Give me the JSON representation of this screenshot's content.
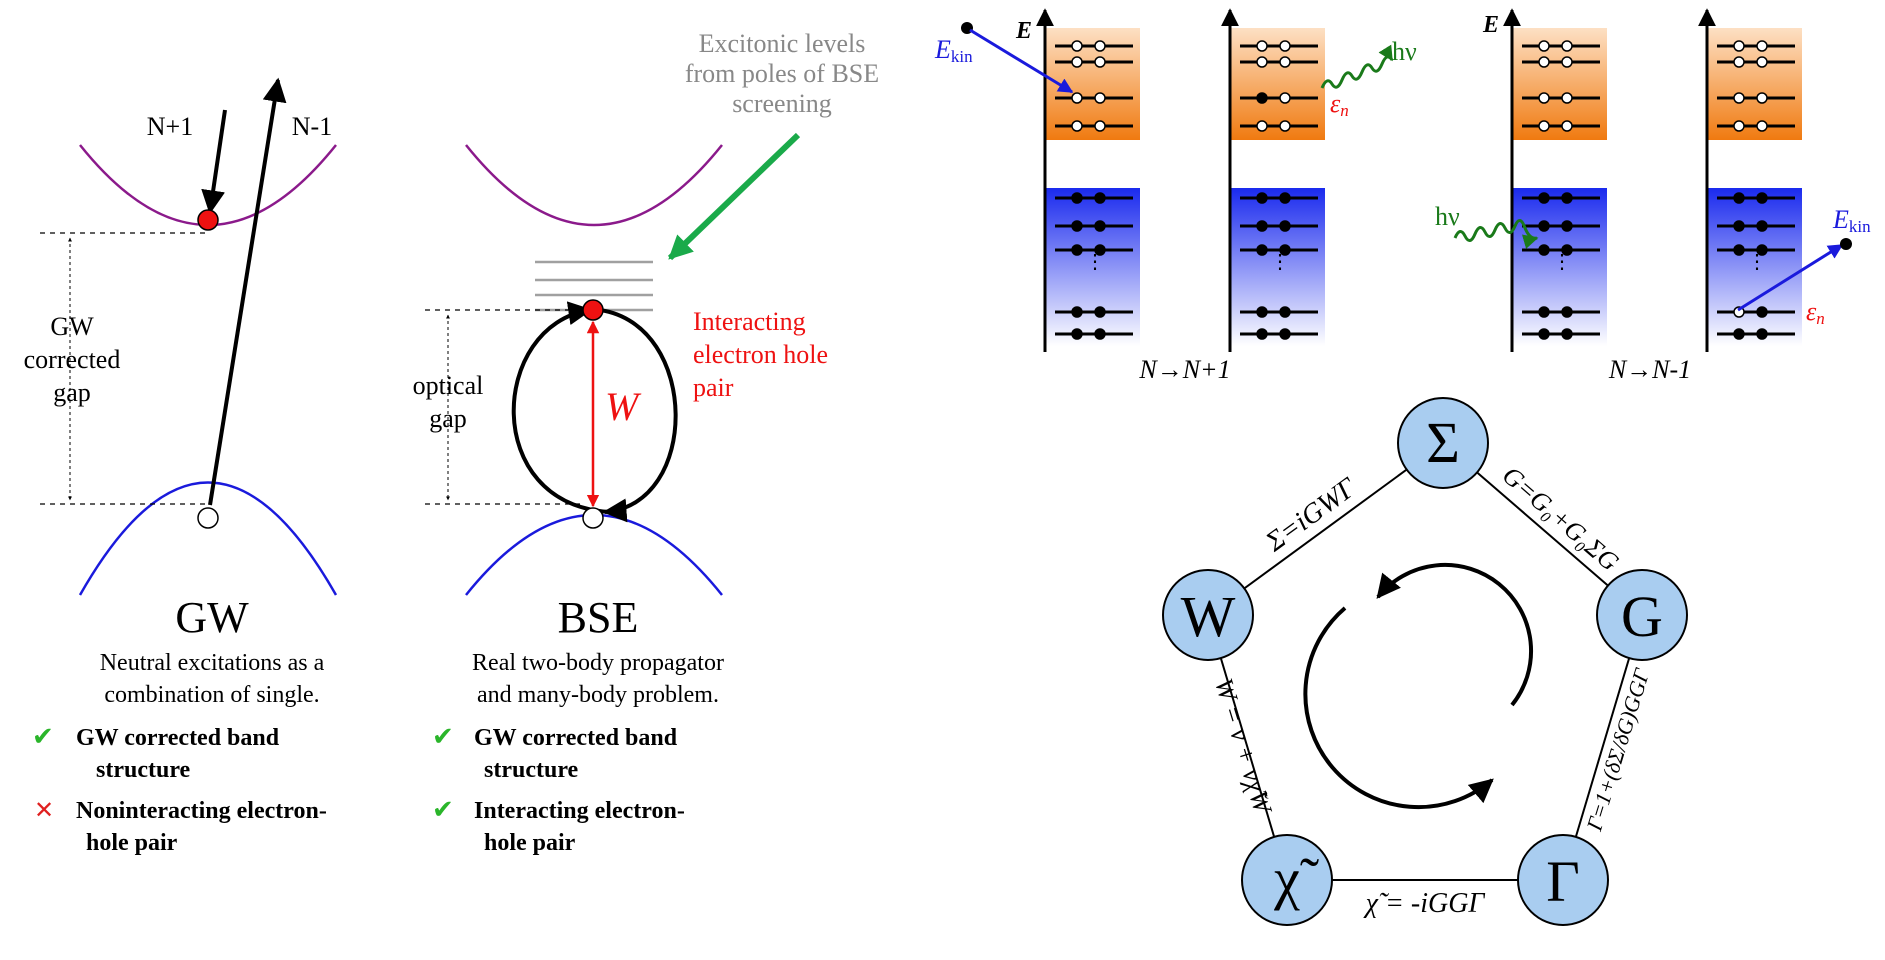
{
  "gw": {
    "n_plus_1": "N+1",
    "n_minus_1": "N-1",
    "gap_line1": "GW",
    "gap_line2": "corrected",
    "gap_line3": "gap",
    "title": "GW",
    "desc_line1": "Neutral excitations as a",
    "desc_line2": "combination of single.",
    "items": [
      {
        "mark": "✔",
        "line1": "GW corrected band",
        "line2": "structure",
        "mark_color": "#2ab52a"
      },
      {
        "mark": "✕",
        "line1": "Noninteracting electron-",
        "line2": "hole pair",
        "mark_color": "#e02020"
      }
    ]
  },
  "bse": {
    "note_line1": "Excitonic levels",
    "note_line2": "from poles of BSE",
    "note_line3": "screening",
    "gap_line1": "optical",
    "gap_line2": "gap",
    "pair_line1": "Interacting",
    "pair_line2": "electron hole",
    "pair_line3": "pair",
    "w_label": "W",
    "title": "BSE",
    "desc_line1": "Real two-body propagator",
    "desc_line2": "and many-body problem.",
    "items": [
      {
        "mark": "✔",
        "line1": "GW corrected band",
        "line2": "structure",
        "mark_color": "#2ab52a"
      },
      {
        "mark": "✔",
        "line1": "Interacting electron-",
        "line2": "hole pair",
        "mark_color": "#2ab52a"
      }
    ]
  },
  "photo": {
    "e_axis": "E",
    "ekin": "E",
    "ekin_sub": "kin",
    "hv": "hν",
    "eps": "ε",
    "eps_sub": "n",
    "label_left": "N→N+1",
    "label_right": "N→N-1"
  },
  "hedin": {
    "nodes": {
      "sigma": "Σ",
      "g": "G",
      "gamma": "Γ",
      "chi": "χ̃",
      "w": "W"
    },
    "eq_sigma_g": "G=G₀+G₀ΣG",
    "eq_g_gamma": "Γ=1+(δΣ/δG)GGΓ",
    "eq_gamma_chi": "χ̃ = -iGGΓ",
    "eq_chi_w": "W = v + vχ̃W",
    "eq_w_sigma": "Σ=iGWΓ"
  },
  "colors": {
    "conduction": "#8b1a8b",
    "valence": "#1a1adc",
    "electron": "#ee1111",
    "arrow_green": "#1aaa4a",
    "red_text": "#ee1111",
    "node_fill": "#a9cdf0",
    "orange": "#f5801e",
    "blue_band": "#1a2aee",
    "wave_green": "#1a7a1a"
  }
}
